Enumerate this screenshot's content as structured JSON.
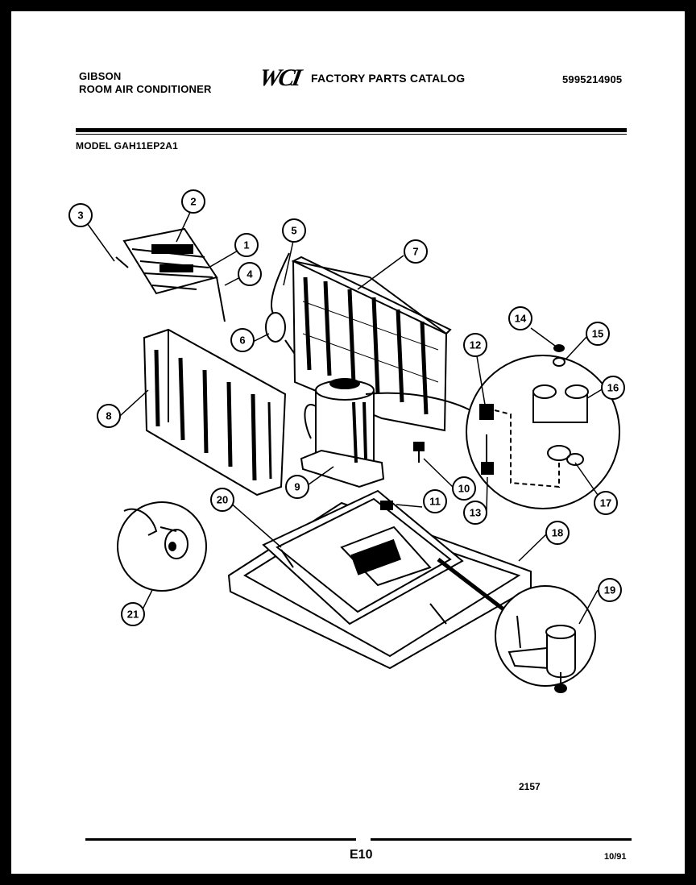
{
  "header": {
    "brand_line1": "GIBSON",
    "brand_line2": "ROOM AIR CONDITIONER",
    "logo": "WCI",
    "catalog_title": "FACTORY PARTS CATALOG",
    "part_number": "5995214905",
    "model": "MODEL GAH11EP2A1"
  },
  "footer": {
    "drawing_number": "2157",
    "page_code": "E10",
    "date": "10/91"
  },
  "callouts": [
    "1",
    "2",
    "3",
    "4",
    "5",
    "6",
    "7",
    "8",
    "9",
    "10",
    "11",
    "12",
    "13",
    "14",
    "15",
    "16",
    "17",
    "18",
    "19",
    "20",
    "21"
  ]
}
